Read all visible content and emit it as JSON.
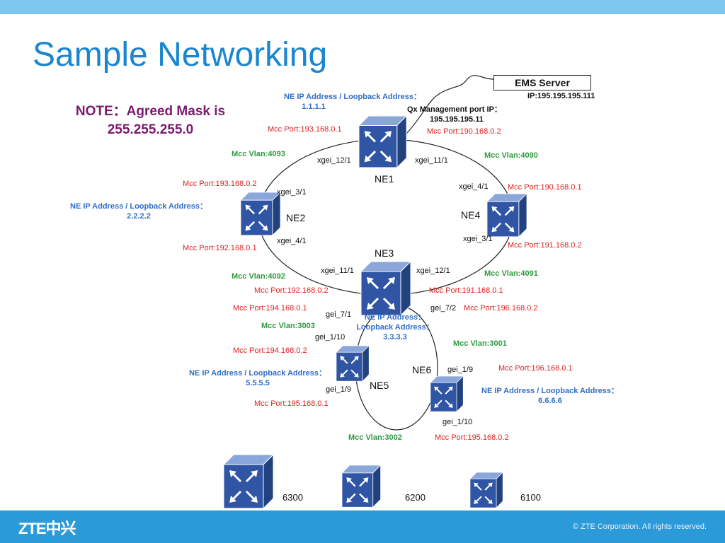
{
  "slide": {
    "title": "Sample Networking",
    "note_line1": "NOTE：Agreed Mask is",
    "note_line2": "255.255.255.0"
  },
  "ems": {
    "label": "EMS Server",
    "ip": "IP:195.195.195.111",
    "qx_line1": "Qx Management port IP：",
    "qx_line2": "195.195.195.11"
  },
  "nodes": {
    "ne1": {
      "name": "NE1",
      "ip_line1": "NE IP Address / Loopback Address：",
      "ip_line2": "1.1.1.1"
    },
    "ne2": {
      "name": "NE2",
      "ip_line1": "NE IP Address / Loopback Address：",
      "ip_line2": "2.2.2.2"
    },
    "ne3": {
      "name": "NE3",
      "ip_line1": "NE IP Address：",
      "ip_line2": "Loopback Address：",
      "ip_line3": "3.3.3.3"
    },
    "ne4": {
      "name": "NE4"
    },
    "ne5": {
      "name": "NE5",
      "ip_line1": "NE IP Address / Loopback Address：",
      "ip_line2": "5.5.5.5"
    },
    "ne6": {
      "name": "NE6",
      "ip_line1": "NE IP Address / Loopback Address：",
      "ip_line2": "6.6.6.6"
    }
  },
  "mcc_ports": {
    "p193_1": "Mcc Port:193.168.0.1",
    "p190_2": "Mcc Port:190.168.0.2",
    "p193_2": "Mcc Port:193.168.0.2",
    "p190_1": "Mcc Port:190.168.0.1",
    "p192_1": "Mcc Port:192.168.0.1",
    "p191_2": "Mcc Port:191.168.0.2",
    "p192_2": "Mcc Port:192.168.0.2",
    "p191_1": "Mcc Port:191.168.0.1",
    "p194_1": "Mcc Port:194.168.0.1",
    "p196_2": "Mcc Port:196.168.0.2",
    "p194_2": "Mcc Port:194.168.0.2",
    "p196_1": "Mcc Port:196.168.0.1",
    "p195_1": "Mcc Port:195.168.0.1",
    "p195_2": "Mcc Port:195.168.0.2"
  },
  "vlans": {
    "v4093": "Mcc Vlan:4093",
    "v4090": "Mcc Vlan:4090",
    "v4092": "Mcc Vlan:4092",
    "v4091": "Mcc Vlan:4091",
    "v3003": "Mcc Vlan:3003",
    "v3001": "Mcc Vlan:3001",
    "v3002": "Mcc Vlan:3002"
  },
  "interfaces": {
    "xgei_12_1": "xgei_12/1",
    "xgei_11_1": "xgei_11/1",
    "xgei_3_1": "xgei_3/1",
    "xgei_4_1": "xgei_4/1",
    "gei_7_1": "gei_7/1",
    "gei_7_2": "gei_7/2",
    "gei_1_10": "gei_1/10",
    "gei_1_9": "gei_1/9"
  },
  "legend": {
    "d6300": "6300",
    "d6200": "6200",
    "d6100": "6100"
  },
  "footer": {
    "logo": "ZTE中兴",
    "copyright": "© ZTE Corporation. All rights reserved."
  },
  "colors": {
    "router_face": "#2f55a4",
    "router_top": "#7f9fd6",
    "accent_blue": "#1a86d0"
  }
}
